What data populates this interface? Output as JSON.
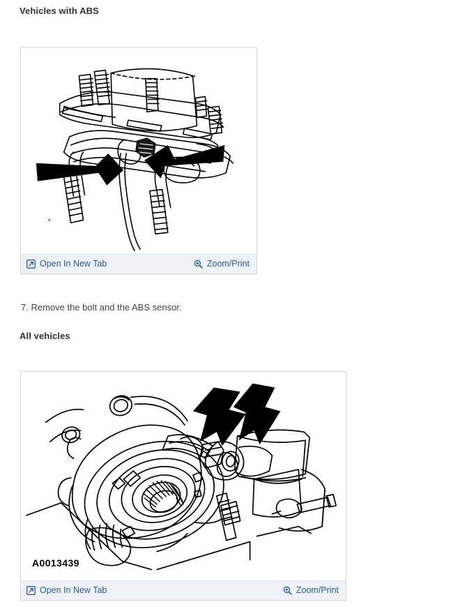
{
  "document": {
    "sections": [
      {
        "heading": "Vehicles with ABS",
        "figure": {
          "alt": "Line drawing of wheel hub assembly showing ABS sensor and mounting bolt with two arrows",
          "code": "",
          "toolbar": {
            "open_in_new_tab_label": "Open In New Tab",
            "open_in_new_tab_icon": "open-in-new-tab-icon",
            "zoom_print_label": "Zoom/Print",
            "zoom_print_icon": "magnifier-plus-icon"
          }
        }
      },
      {
        "step_text": "7. Remove the bolt and the ABS sensor."
      },
      {
        "heading": "All vehicles",
        "figure": {
          "alt": "Line drawing of brake caliper and hub assembly mounted in a vise with two arrows indicating the brake line fitting",
          "code": "A0013439",
          "toolbar": {
            "open_in_new_tab_label": "Open In New Tab",
            "open_in_new_tab_icon": "open-in-new-tab-icon",
            "zoom_print_label": "Zoom/Print",
            "zoom_print_icon": "magnifier-plus-icon"
          }
        }
      }
    ]
  },
  "colors": {
    "page_background": "#ffffff",
    "heading_text": "#333333",
    "body_text": "#444444",
    "link_text": "#2f5c91",
    "toolbar_background": "#eef1f6",
    "frame_border": "#d8d8d8",
    "illustration_ink": "#000000"
  }
}
